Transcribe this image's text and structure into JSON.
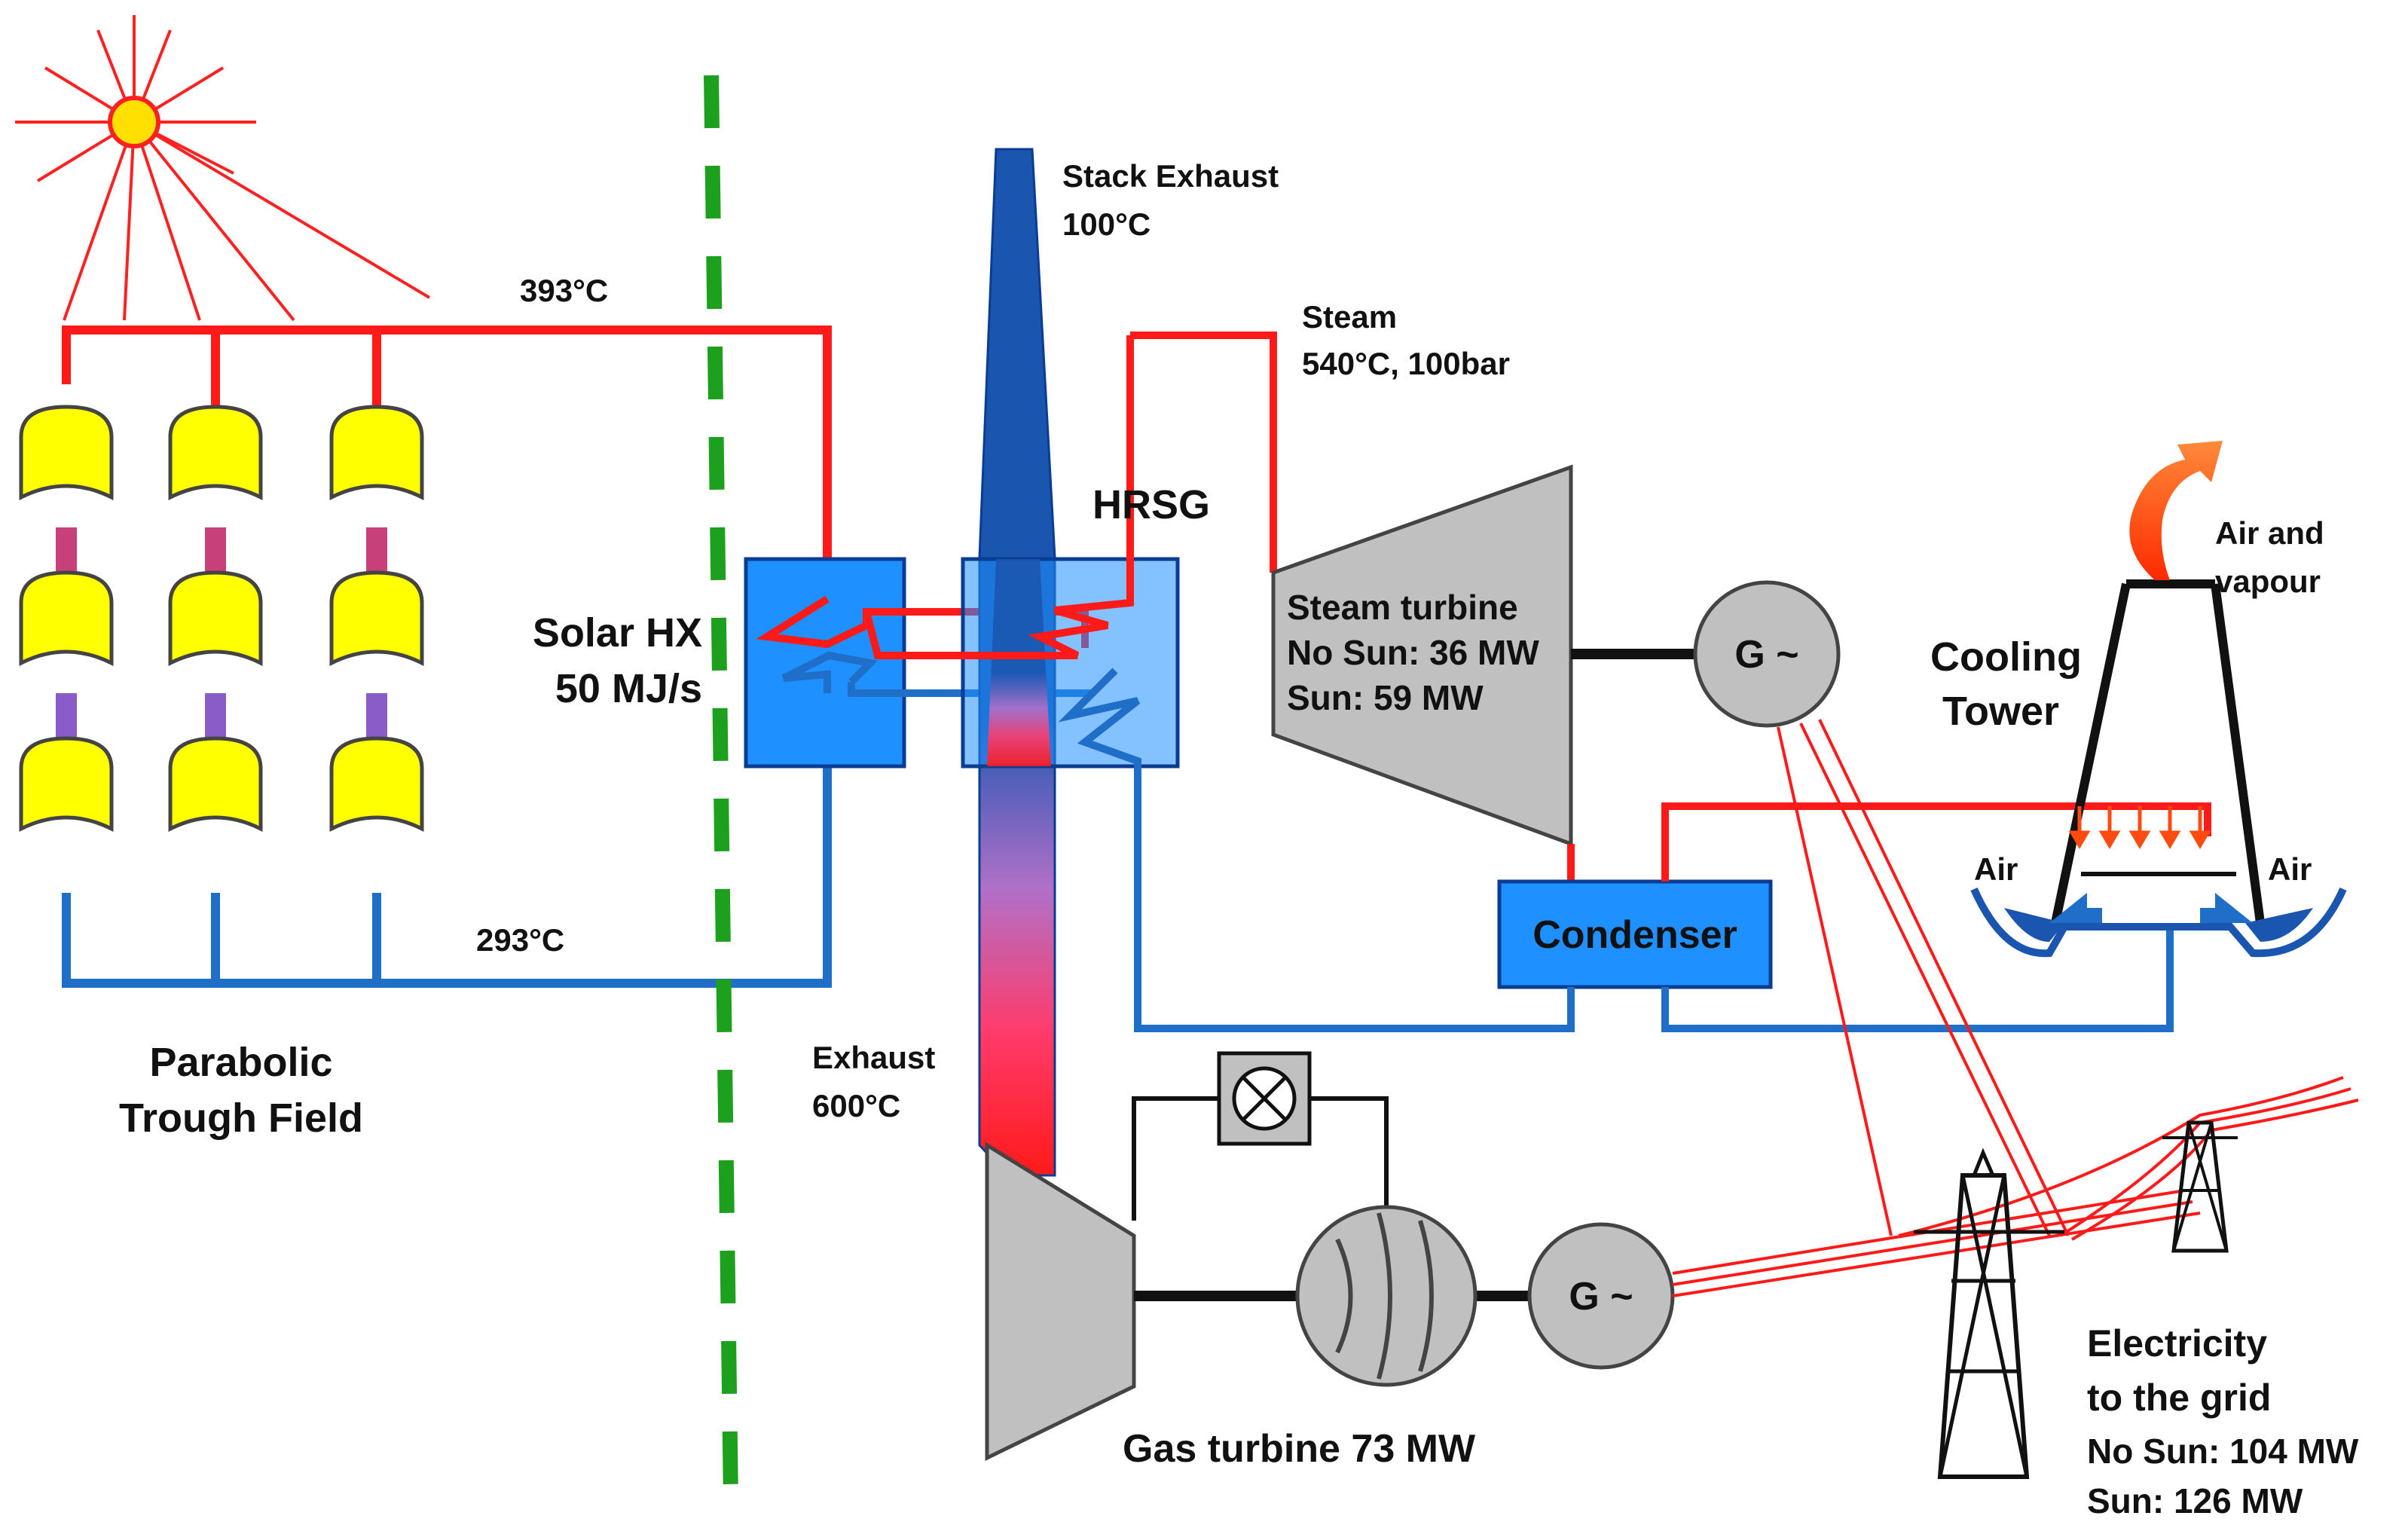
{
  "colors": {
    "hot_line": "#ff1a1a",
    "cold_line": "#1f6fc8",
    "hx_fill": "#1e90ff",
    "hx_stroke": "#0a3d91",
    "stack_blue": "#1a56b0",
    "stack_red": "#ff1a1a",
    "collector_yellow": "#ffff00",
    "collector_stroke": "#444444",
    "link_pink": "#c8407a",
    "link_purple": "#8a5cc8",
    "machine_gray": "#c0c0c0",
    "divider_green": "#1da01d",
    "sun_yellow": "#ffe000",
    "shaft_black": "#111111",
    "plume_orange": "#ff4a10"
  },
  "icons": [
    "sun-icon",
    "parabolic-trough-collector-icon",
    "heat-exchanger-coil-icon",
    "steam-turbine-icon",
    "generator-icon",
    "gas-turbine-icon",
    "compressor-icon",
    "valve-icon",
    "cooling-tower-icon",
    "vapour-plume-icon",
    "transmission-tower-icon"
  ],
  "labels": {
    "hot_temp": "393°C",
    "cold_temp": "293°C",
    "field_line1": "Parabolic",
    "field_line2": "Trough Field",
    "solar_hx_line1": "Solar HX",
    "solar_hx_line2": "50 MJ/s",
    "stack_line1": "Stack Exhaust",
    "stack_line2": "100°C",
    "steam_line1": "Steam",
    "steam_line2": "540°C, 100bar",
    "hrsg": "HRSG",
    "st_line1": "Steam turbine",
    "st_line2": "No Sun: 36 MW",
    "st_line3": "Sun: 59 MW",
    "generator": "G ~",
    "generator2": "G ~",
    "air_vapour_line1": "Air and",
    "air_vapour_line2": "vapour",
    "cooling_line1": "Cooling",
    "cooling_line2": "Tower",
    "air_left": "Air",
    "air_right": "Air",
    "condenser": "Condenser",
    "exhaust_line1": "Exhaust",
    "exhaust_line2": "600°C",
    "gas_turbine": "Gas turbine 73 MW",
    "grid_line1": "Electricity",
    "grid_line2": "to the grid",
    "grid_line3": "No Sun: 104 MW",
    "grid_line4": "Sun: 126 MW"
  }
}
